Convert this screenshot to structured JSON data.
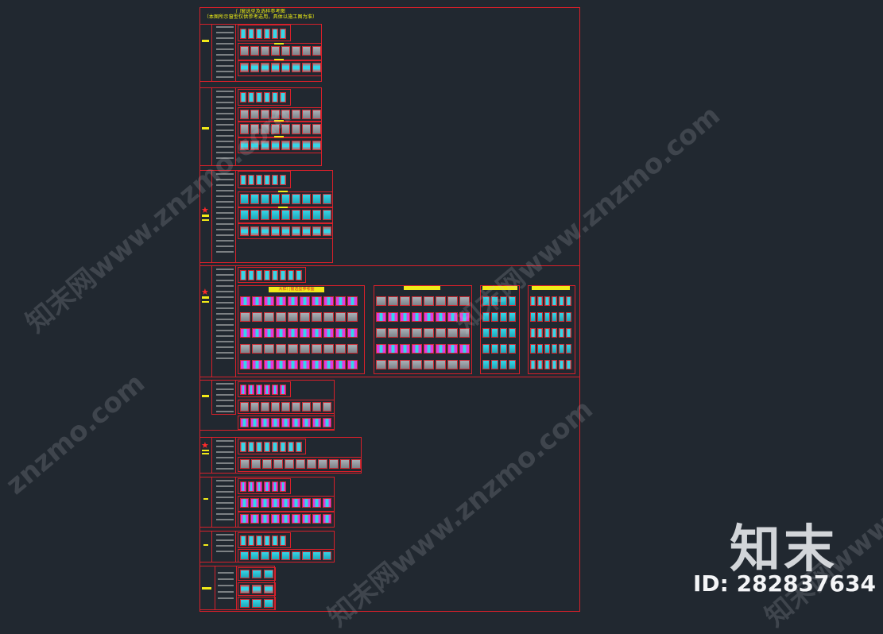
{
  "drawing": {
    "title_line1": "门窗选型及选样参考图",
    "title_line2": "（本图所示窗型仅供参考选用，具体以施工图为准）",
    "section4_label": "大样门窗选型参考图"
  },
  "colors": {
    "background": "#212830",
    "frame_red": "#d8202a",
    "label_yellow": "#f2ea18",
    "glass_cyan": "#36d6e8",
    "glass_magenta": "#e03ce0",
    "frame_grey": "#8a8f96"
  },
  "watermark": {
    "site": "知末网www.znzmo.com",
    "short": "znzmo.com"
  },
  "brand": {
    "name": "知末",
    "id_text": "ID: 282837634"
  }
}
